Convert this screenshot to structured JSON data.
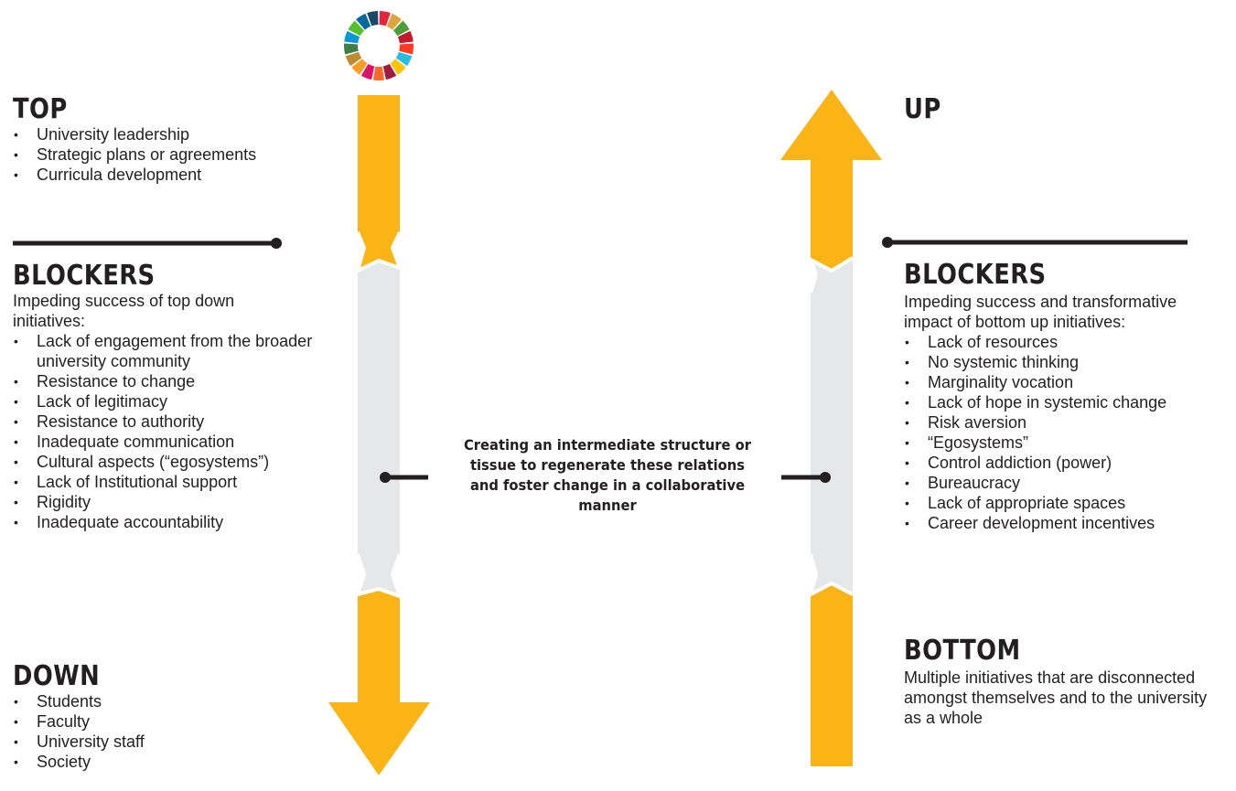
{
  "colors": {
    "arrow": "#fbb416",
    "column": "#e6e7e8",
    "line": "#231f20",
    "text": "#231f20"
  },
  "logo": {
    "name": "sdg-wheel-logo",
    "segment_colors": [
      "#e5243b",
      "#dda63a",
      "#4c9f38",
      "#c5192d",
      "#ff3a21",
      "#26bde2",
      "#fcc30b",
      "#a21942",
      "#fd6925",
      "#dd1367",
      "#fd9d24",
      "#bf8b2e",
      "#3f7e44",
      "#0a97d9",
      "#56c02b",
      "#00689d",
      "#19486a"
    ]
  },
  "top": {
    "heading": "TOP",
    "items": [
      "University leadership",
      "Strategic plans or agreements",
      "Curricula development"
    ]
  },
  "left_blockers": {
    "heading": "BLOCKERS",
    "intro": "Impeding success of top down initiatives:",
    "items": [
      "Lack of engagement from the broader university community",
      "Resistance to change",
      "Lack of legitimacy",
      "Resistance to authority",
      "Inadequate communication",
      "Cultural aspects (“egosystems”)",
      "Lack of Institutional support",
      "Rigidity",
      "Inadequate accountability"
    ]
  },
  "down": {
    "heading": "DOWN",
    "items": [
      "Students",
      "Faculty",
      "University staff",
      "Society"
    ]
  },
  "up": {
    "heading": "UP"
  },
  "right_blockers": {
    "heading": "BLOCKERS",
    "intro": "Impeding success and transformative impact of bottom up initiatives:",
    "items": [
      "Lack of resources",
      "No systemic thinking",
      "Marginality vocation",
      "Lack of hope in systemic change",
      "Risk aversion",
      "“Egosystems”",
      "Control addiction (power)",
      "Bureaucracy",
      "Lack of appropriate spaces",
      "Career development incentives"
    ]
  },
  "bottom": {
    "heading": "BOTTOM",
    "description": "Multiple initiatives that are disconnected amongst themselves and to the university as a whole"
  },
  "center": {
    "text": "Creating an intermediate structure or tissue to regenerate these relations and foster change in a collaborative manner"
  }
}
